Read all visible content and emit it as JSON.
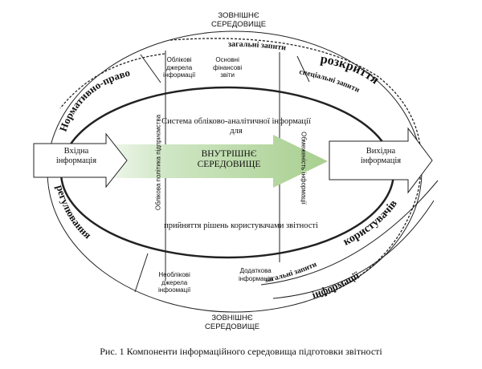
{
  "labels": {
    "outer_top": [
      "ЗОВНІШНЄ",
      "СЕРЕДОВИЩЕ"
    ],
    "outer_bottom": [
      "ЗОВНІШНЄ",
      "СЕРЕДОВИЩЕ"
    ],
    "accounting_sources": [
      "Облікові",
      "джерела",
      "інформації"
    ],
    "financial_reports": [
      "Основні",
      "фінансові",
      "звіти"
    ],
    "non_accounting_sources": [
      "Необлікові",
      "джерела",
      "інфоомації"
    ],
    "additional_info": [
      "Додаткова",
      "інформація"
    ],
    "system_line1": "Система обліково-аналітичної інформації",
    "system_line2": "для",
    "internal_env": [
      "ВНУТРІШНЄ",
      "СЕРЕДОВИЩЕ"
    ],
    "decision_line": "прийняття рішень користувачами звітності",
    "input_info": [
      "Вхідна",
      "інформація"
    ],
    "output_info": [
      "Вихідна",
      "інформація"
    ],
    "accounting_policy": "Облікова політика підприємства",
    "info_constraints": "Обмеженість інформації",
    "general_requests_top": "загальні запити",
    "normative_legal": "Нормативно-правове",
    "regulation": "регулювання",
    "disclosure": "розкриття",
    "special_requests": "спеціальні запити",
    "users": "користувачів",
    "general_requests_bottom": "загальні запити",
    "information": "інформації",
    "caption": "Рис. 1 Компоненти інформаційного середовища підготовки звітності"
  }
}
